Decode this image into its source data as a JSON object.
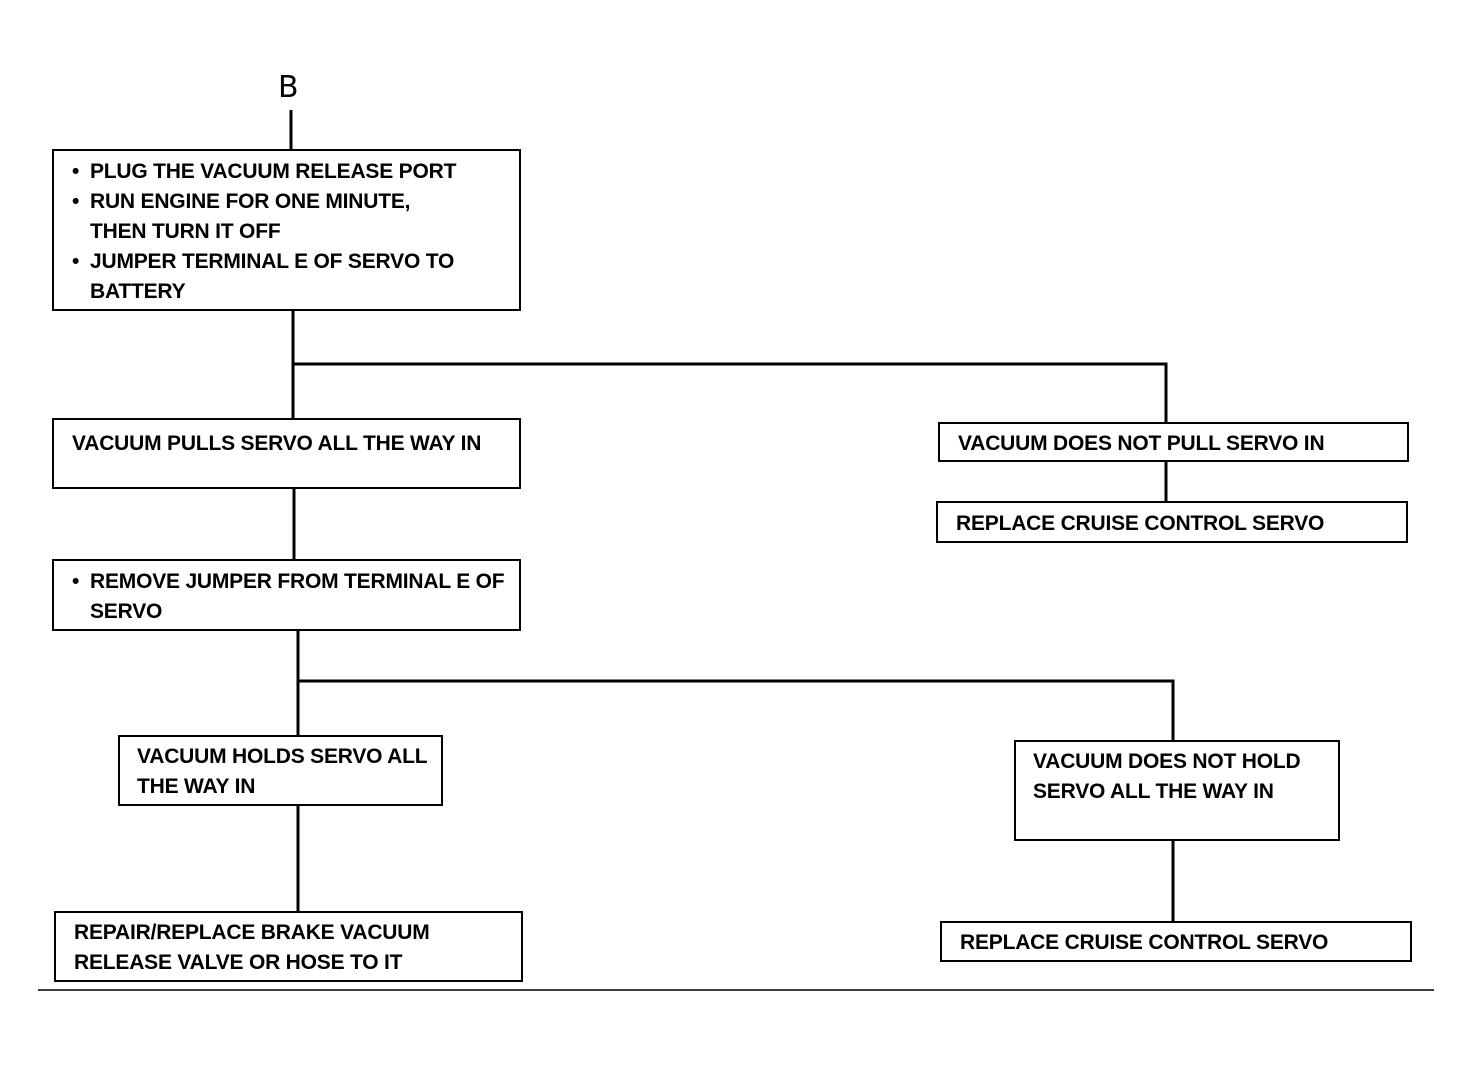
{
  "diagram": {
    "start_label": "B",
    "step1": {
      "items": [
        "PLUG THE VACUUM RELEASE PORT",
        "RUN ENGINE FOR ONE MINUTE, THEN TURN IT OFF",
        "JUMPER TERMINAL E OF SERVO TO BATTERY"
      ]
    },
    "pulls_yes": "VACUUM PULLS SERVO ALL THE WAY IN",
    "pulls_no": "VACUUM DOES NOT PULL SERVO IN",
    "replace_servo_1": "REPLACE CRUISE CONTROL SERVO",
    "step2": {
      "items": [
        "REMOVE JUMPER FROM TERMINAL E OF SERVO"
      ]
    },
    "holds_yes": "VACUUM HOLDS SERVO ALL THE WAY IN",
    "holds_no": "VACUUM DOES NOT HOLD SERVO ALL THE WAY IN",
    "repair_valve": "REPAIR/REPLACE BRAKE VACUUM RELEASE VALVE OR HOSE TO IT",
    "replace_servo_2": "REPLACE CRUISE CONTROL SERVO"
  }
}
